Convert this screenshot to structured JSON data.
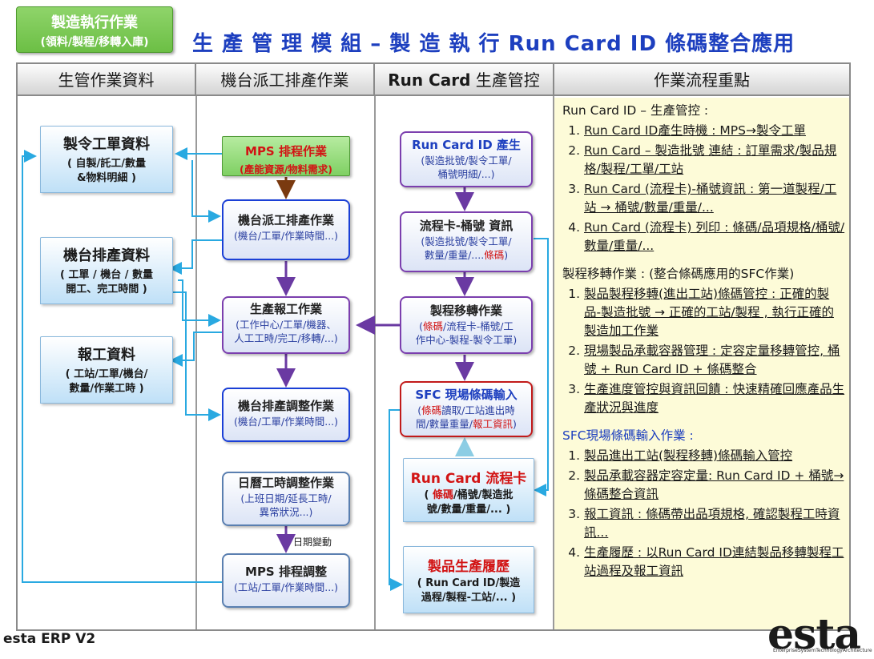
{
  "badge": {
    "line1": "製造執行作業",
    "line2": "(領料/製程/移轉入庫)"
  },
  "title": "生 產 管 理 模 組 – 製 造 執 行 Run Card ID 條碼整合應用",
  "columns": [
    "生管作業資料",
    "機台派工排產作業",
    "生產管控",
    "作業流程重點"
  ],
  "col3_prefix": "Run Card",
  "left_docs": [
    {
      "title": "製令工單資料",
      "sub1": "( 自製/託工/數量",
      "sub2": "&物料明細 )"
    },
    {
      "title": "機台排產資料",
      "sub1": "( 工單 / 機台 / 數量",
      "sub2": "開工、完工時間 )"
    },
    {
      "title": "報工資料",
      "sub1": "( 工站/工單/機台/",
      "sub2": "數量/作業工時 )"
    }
  ],
  "mid_boxes": {
    "mps": {
      "title": "MPS 排程作業",
      "sub": "(產能資源/物料需求)"
    },
    "dispatch": {
      "title": "機台派工排產作業",
      "sub": "(機台/工單/作業時間...)"
    },
    "report": {
      "title": "生產報工作業",
      "sub1": "(工作中心/工單/機器、",
      "sub2": "人工工時/完工/移轉/...)"
    },
    "adjust": {
      "title": "機台排產調整作業",
      "sub": "(機台/工單/作業時間...)"
    },
    "calendar": {
      "title": "日曆工時調整作業",
      "sub1": "(上班日期/延長工時/",
      "sub2": "異常狀況...)"
    },
    "mps_adj": {
      "title": "MPS 排程調整",
      "sub": "(工站/工單/作業時間...)"
    },
    "date_change": "日期變動"
  },
  "right_boxes": {
    "gen": {
      "title": "Run Card ID 產生",
      "sub1": "(製造批號/製令工單/",
      "sub2": "桶號明細/...)"
    },
    "card": {
      "title": "流程卡-桶號 資訊",
      "sub1": "(製造批號/製令工單/",
      "sub2a": "數量/重量/....",
      "sub2b": "條碼",
      ")": ")"
    },
    "transfer": {
      "title": "製程移轉作業",
      "sub1a": "(",
      "sub1b": "條碼",
      "sub1c": "/流程卡-桶號/工",
      "sub2": "作中心-製程-製令工單)"
    },
    "sfc": {
      "title": "SFC 現場條碼輸入",
      "sub1a": "(",
      "sub1b": "條碼",
      "sub1c": "讀取/工站進出時",
      "sub2a": "間/數量重量/",
      "sub2b": "報工資訊",
      ")": ")"
    },
    "runcard": {
      "title": "Run Card 流程卡",
      "sub1a": "( ",
      "sub1b": "條碼",
      "sub1c": "/桶號/製造批",
      "sub2": "號/數量/重量/... )"
    },
    "history": {
      "title": "製品生產履歷",
      "sub1": "( Run Card ID/製造",
      "sub2": "過程/製程-工站/... )"
    }
  },
  "notes": [
    {
      "heading": "Run Card ID – 生產管控 :",
      "items": [
        "Run Card ID產生時機 : MPS→製令工單",
        "Run Card – 製造批號 連結 : 訂單需求/製品規格/製程/工單/工站",
        "Run Card (流程卡)-桶號資訊 : 第一道製程/工站 → 桶號/數量/重量/...",
        "Run Card (流程卡) 列印 : 條碼/品項規格/桶號/數量/重量/..."
      ]
    },
    {
      "heading": "製程移轉作業 : (整合條碼應用的SFC作業)",
      "items": [
        "製品製程移轉(進出工站)條碼管控 : 正確的製品-製造批號 → 正確的工站/製程 , 執行正確的製造加工作業",
        "現場製品承載容器管理 : 定容定量移轉管控, 桶號 + Run Card ID + 條碼整合",
        "生產進度管控與資訊回饋 : 快速精確回應產品生產狀況與進度"
      ]
    },
    {
      "heading": "SFC現場條碼輸入作業 :",
      "items": [
        "製品進出工站(製程移轉)條碼輸入管控",
        "製品承載容器定容定量: Run Card ID + 桶號→條碼整合資訊",
        "報工資訊 : 條碼帶出品項規格, 確認製程工時資訊...",
        "生產履歷 : 以Run Card ID連結製品移轉製程工站過程及報工資訊"
      ]
    }
  ],
  "footer": "esta ERP V2",
  "logo": "esta",
  "logo_sub": "EnterpriseSystemTechnologyArchitecture",
  "colors": {
    "title": "#1d3fbf",
    "blue_border": "#1a3fd6",
    "purple_border": "#7b3fae",
    "arrow_cyan": "#29a9e1",
    "arrow_purple": "#6a3aa2",
    "barcode_red": "#d21414"
  }
}
